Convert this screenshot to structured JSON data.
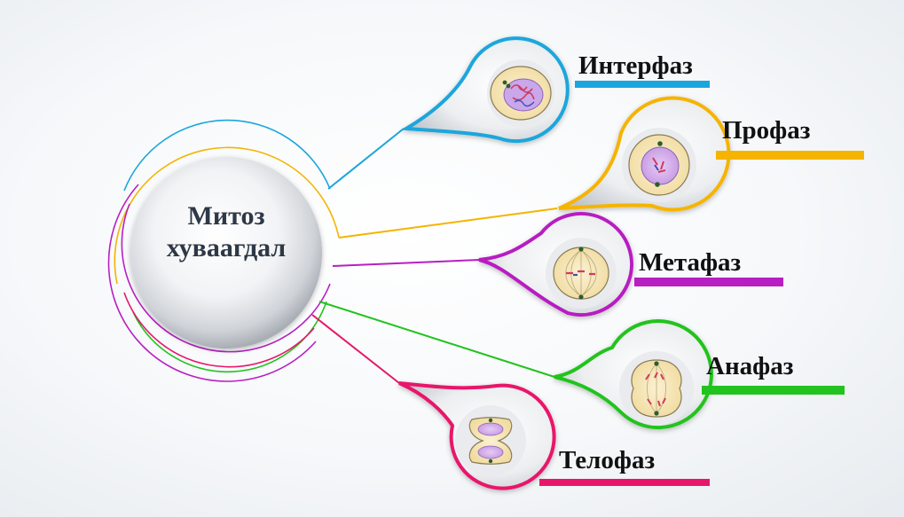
{
  "center": {
    "line1": "Митоз",
    "line2": "хуваагдал"
  },
  "phases": [
    {
      "id": "interphase",
      "label": "Интерфаз",
      "color": "#1aa6dc"
    },
    {
      "id": "prophase",
      "label": "Профаз",
      "color": "#f5b400"
    },
    {
      "id": "metaphase",
      "label": "Метафаз",
      "color": "#b81fc2"
    },
    {
      "id": "anaphase",
      "label": "Анафаз",
      "color": "#22c31e"
    },
    {
      "id": "telophase",
      "label": "Телофаз",
      "color": "#e8166a"
    }
  ]
}
